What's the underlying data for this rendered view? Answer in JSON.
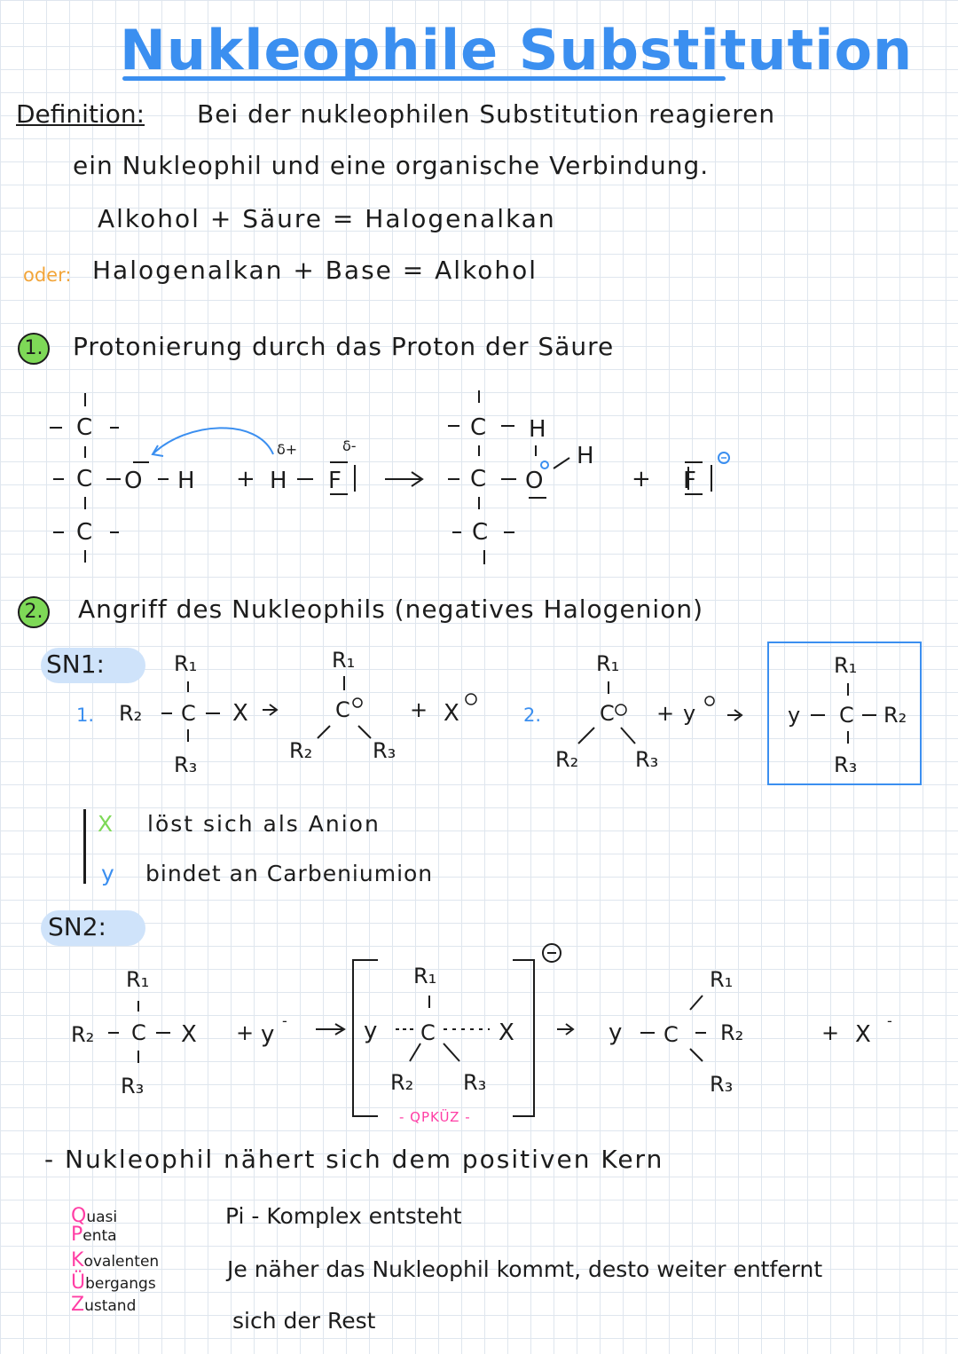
{
  "title": "Nukleophile Substitution",
  "definition": {
    "label": "Definition:",
    "line1": "Bei der nukleophilen Substitution reagieren",
    "line2": "ein Nukleophil und eine organische Verbindung.",
    "eq1": "Alkohol + Säure = Halogenalkan",
    "oder": "oder:",
    "eq2": "Halogenalkan + Base = Alkohol"
  },
  "step1": {
    "number": "1.",
    "heading": "Protonierung durch das Proton der Säure"
  },
  "step2": {
    "number": "2.",
    "heading": "Angriff des Nukleophils (negatives Halogenion)"
  },
  "sn1": {
    "label": "SN1:",
    "step1_num": "1.",
    "step2_num": "2.",
    "note_x_symbol": "X",
    "note_x": "löst sich als Anion",
    "note_y_symbol": "y",
    "note_y": "bindet an Carbeniumion"
  },
  "sn2": {
    "label": "SN2:",
    "qpkuez": "- QPKÜZ -"
  },
  "notes": {
    "approach": "- Nukleophil nähert sich dem positiven Kern",
    "acronym": [
      {
        "letter": "Q",
        "rest": "uasi"
      },
      {
        "letter": "P",
        "rest": "enta"
      },
      {
        "letter": "K",
        "rest": "ovalenten"
      },
      {
        "letter": "Ü",
        "rest": "bergangs"
      },
      {
        "letter": "Z",
        "rest": "ustand"
      }
    ],
    "line1": "Pi - Komplex entsteht",
    "line2": "Je näher das Nukleophil kommt, desto weiter entfernt",
    "line3": "sich der Rest"
  },
  "colors": {
    "title": "#3b8ff0",
    "accent_green": "#7ed957",
    "accent_blue": "#3b8ff0",
    "accent_orange": "#f2a53a",
    "accent_pink": "#ff3ea5",
    "highlight": "#cfe3fa"
  }
}
